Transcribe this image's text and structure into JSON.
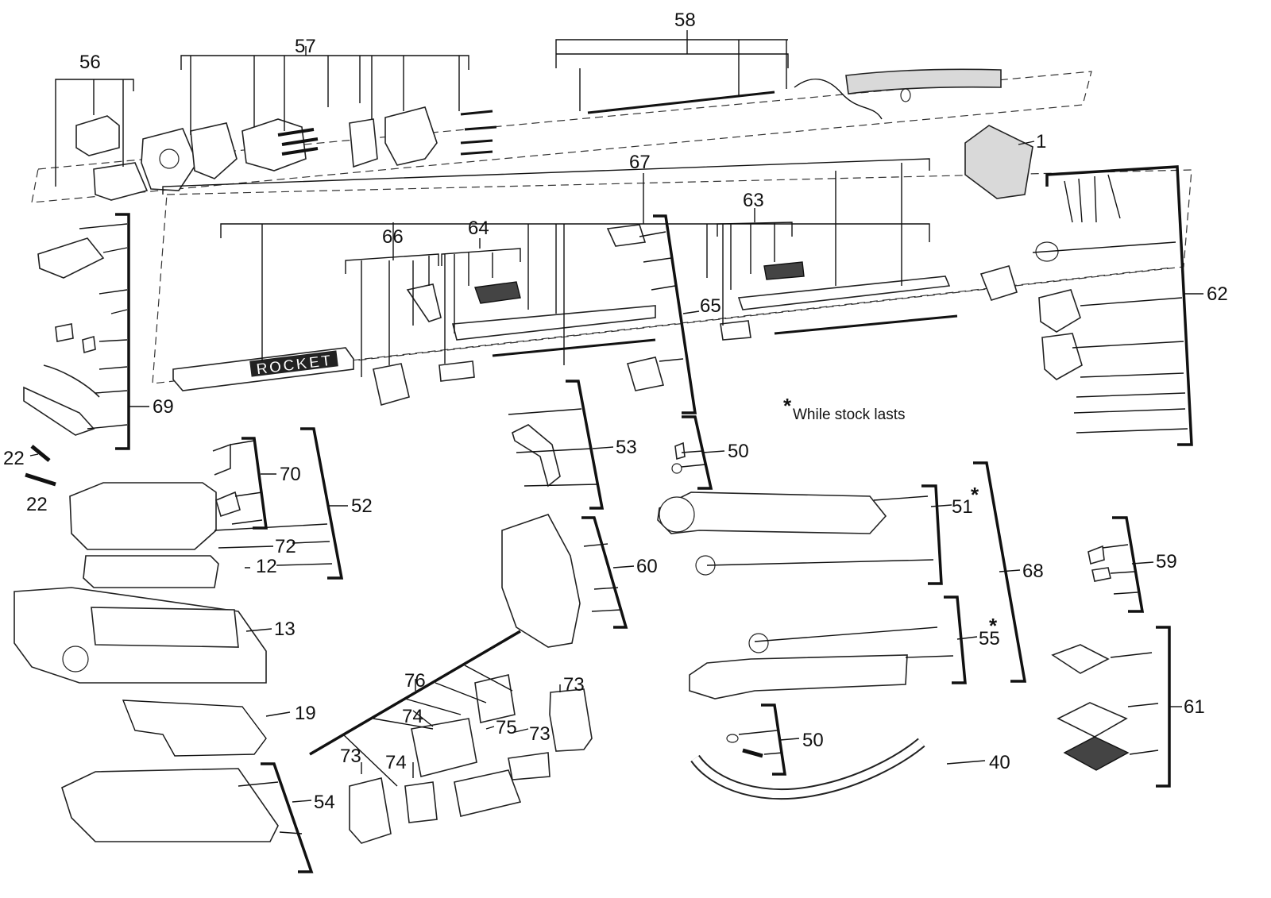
{
  "callouts": {
    "c1": "1",
    "c12": "12",
    "c13": "13",
    "c19": "19",
    "c22a": "22",
    "c22b": "22",
    "c40": "40",
    "c50a": "50",
    "c50b": "50",
    "c51": "51",
    "c52": "52",
    "c53": "53",
    "c54": "54",
    "c55": "55",
    "c56": "56",
    "c57": "57",
    "c58": "58",
    "c59": "59",
    "c60": "60",
    "c61": "61",
    "c62": "62",
    "c63": "63",
    "c64": "64",
    "c65": "65",
    "c66": "66",
    "c67": "67",
    "c68": "68",
    "c69": "69",
    "c70": "70",
    "c72": "72",
    "c73a": "73",
    "c73b": "73",
    "c73c": "73",
    "c74a": "74",
    "c74b": "74",
    "c75": "75",
    "c76": "76"
  },
  "stock_note": {
    "marker": "*",
    "text": "While stock lasts"
  },
  "asterisk_marks": {
    "m51": "*",
    "m55": "*"
  },
  "brand_label": "ROCKET"
}
